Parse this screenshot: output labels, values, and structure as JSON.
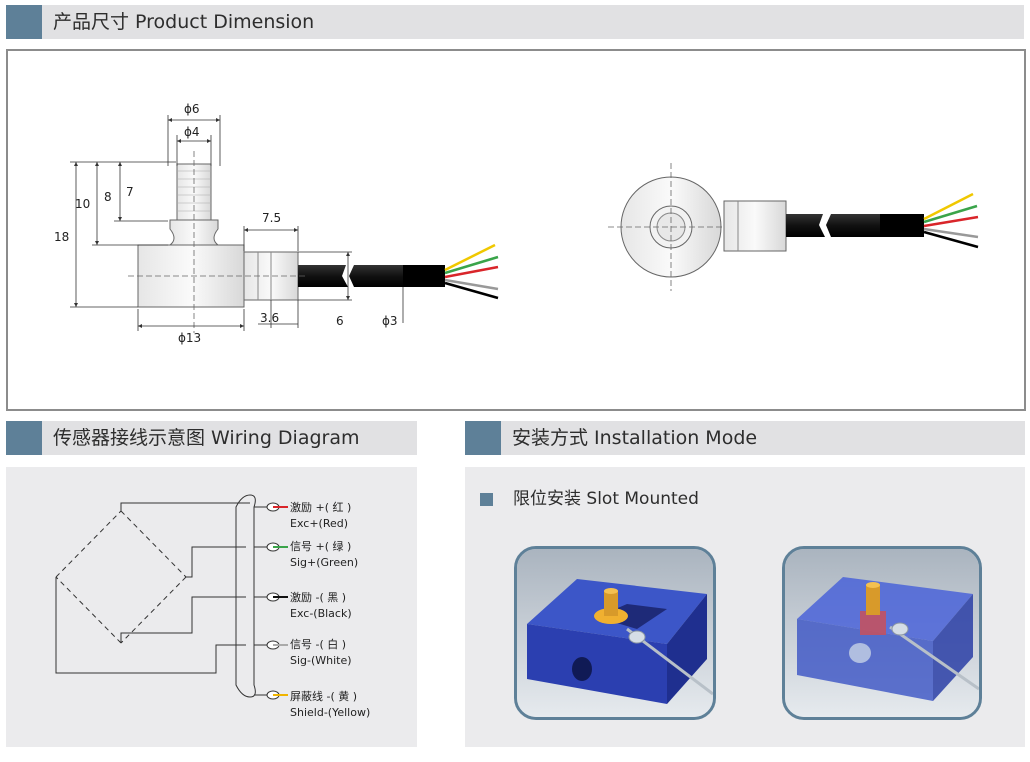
{
  "section1": {
    "title": "产品尺寸 Product Dimension"
  },
  "dims": {
    "d6": "ϕ6",
    "d4": "ϕ4",
    "h10": "10",
    "h8": "8",
    "h7": "7",
    "h18": "18",
    "w75": "7.5",
    "w36": "3.6",
    "w6": "6",
    "d3": "ϕ3",
    "d13": "ϕ13"
  },
  "section2": {
    "title": "传感器接线示意图 Wiring Diagram"
  },
  "wiring": [
    {
      "cn": "激励 +( 红 )",
      "en": "Exc+(Red)",
      "color": "#d9252a"
    },
    {
      "cn": "信号 +( 绿 )",
      "en": "Sig+(Green)",
      "color": "#3aa44a"
    },
    {
      "cn": "激励 -( 黑 )",
      "en": "Exc-(Black)",
      "color": "#222222"
    },
    {
      "cn": "信号 -( 白 )",
      "en": "Sig-(White)",
      "color": "#ffffff"
    },
    {
      "cn": "屏蔽线 -( 黄 )",
      "en": "Shield-(Yellow)",
      "color": "#f0b400"
    }
  ],
  "section3": {
    "title": "安装方式 Installation Mode"
  },
  "install": {
    "subtitle": "限位安装 Slot Mounted"
  },
  "colors": {
    "accent": "#5e8098",
    "header_bg": "#e1e1e3",
    "panel_bg": "#ebebed",
    "block_blue": "#2b3fb0"
  }
}
